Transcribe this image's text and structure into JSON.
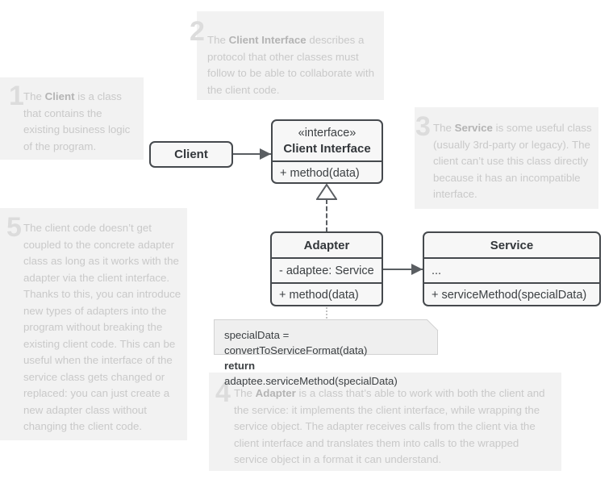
{
  "diagram": {
    "title": "Adapter design pattern UML class diagram",
    "colors": {
      "box_border": "#45494d",
      "box_fill": "#f7f7f7",
      "note_fill": "#f2f2f2",
      "note_text": "#c9c9c9",
      "note_number": "#dcdcdc",
      "connector": "#5a5e62",
      "code_note_fill": "#efefef",
      "code_note_border": "#d2d2d2"
    }
  },
  "classes": {
    "client": {
      "name": "Client"
    },
    "client_interface": {
      "stereotype": "«interface»",
      "name": "Client Interface",
      "members": [
        "+ method(data)"
      ]
    },
    "adapter": {
      "name": "Adapter",
      "fields": [
        "- adaptee: Service"
      ],
      "methods": [
        "+ method(data)"
      ]
    },
    "service": {
      "name": "Service",
      "fields": [
        "..."
      ],
      "methods": [
        "+ serviceMethod(specialData)"
      ]
    }
  },
  "code_note": {
    "line1": "specialData = convertToServiceFormat(data)",
    "line2_keyword": "return",
    "line2_rest": " adaptee.serviceMethod(specialData)"
  },
  "annotations": [
    {
      "number": "1",
      "lead": "The ",
      "bold": "Client",
      "rest": " is a class that contains the existing business logic of the program."
    },
    {
      "number": "2",
      "lead": "The ",
      "bold": "Client Interface",
      "rest": " describes a protocol that other classes must follow to be able to collaborate with the client code."
    },
    {
      "number": "3",
      "lead": "The ",
      "bold": "Service",
      "rest": " is some useful class (usually 3rd-party or legacy). The client can’t use this class directly because it has an incompatible interface."
    },
    {
      "number": "4",
      "lead": "The ",
      "bold": "Adapter",
      "rest": " is a class that’s able to work with both the client and the service: it implements the client interface, while wrapping the service object. The adapter receives calls from the client via the client interface and translates them into calls to the wrapped service object in a format it can understand."
    },
    {
      "number": "5",
      "lead": "",
      "bold": "",
      "rest": "The client code doesn’t get coupled to the concrete adapter class as long as it works with the adapter via the client interface. Thanks to this, you can introduce new types of adapters into the program without breaking the existing client code. This can be useful when the interface of the service class gets changed or replaced: you can just create a new adapter class without changing the client code."
    }
  ]
}
